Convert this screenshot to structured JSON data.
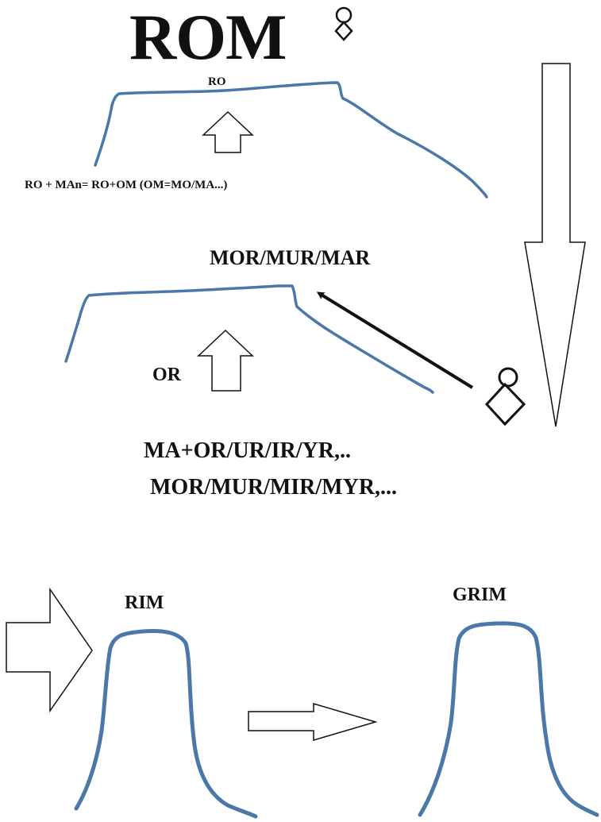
{
  "diagram": {
    "title": "ROM",
    "top_curve_label": "RO",
    "formula_line_1": "RO + MAn= RO+OM (OM=MO/MA...)",
    "middle_curve_label": "MOR/MUR/MAR",
    "middle_arrow_label": "OR",
    "formula_line_2": "MA+OR/UR/IR/YR,..",
    "formula_line_3": "MOR/MUR/MIR/MYR,...",
    "bottom_left_label": "RIM",
    "bottom_right_label": "GRIM"
  },
  "colors": {
    "curve": "#4a78a8",
    "ink": "#111111",
    "background": "#ffffff"
  },
  "icons": [
    "circle-diamond-icon",
    "up-arrow-icon",
    "down-arrow-icon",
    "right-arrow-icon",
    "diagonal-arrow-icon"
  ]
}
